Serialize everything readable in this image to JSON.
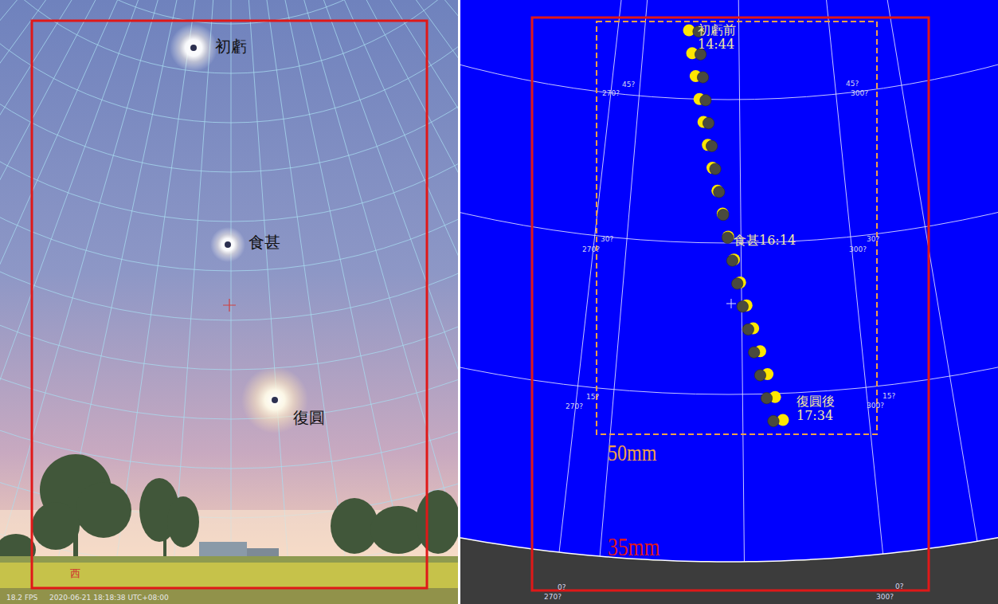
{
  "diagram": {
    "nodes": [
      {
        "text": [
          "35mm"
        ]
      },
      {
        "text": [
          "50mm"
        ],
        "in": 0
      }
    ],
    "labels": [
      "初虧",
      "食甚",
      "復圓",
      "西",
      "18.2 FPS",
      "2020-06-21 18:18:38 UTC+08:00",
      "初虧前 14:44",
      "食甚16:14",
      "復圓後 17:34",
      "45?",
      "270?",
      "45?",
      "300?",
      "30?",
      "270?",
      "30?",
      "300?",
      "15?",
      "270?",
      "15?",
      "300?",
      "0?",
      "270?",
      "0?",
      "300?"
    ]
  }
}
